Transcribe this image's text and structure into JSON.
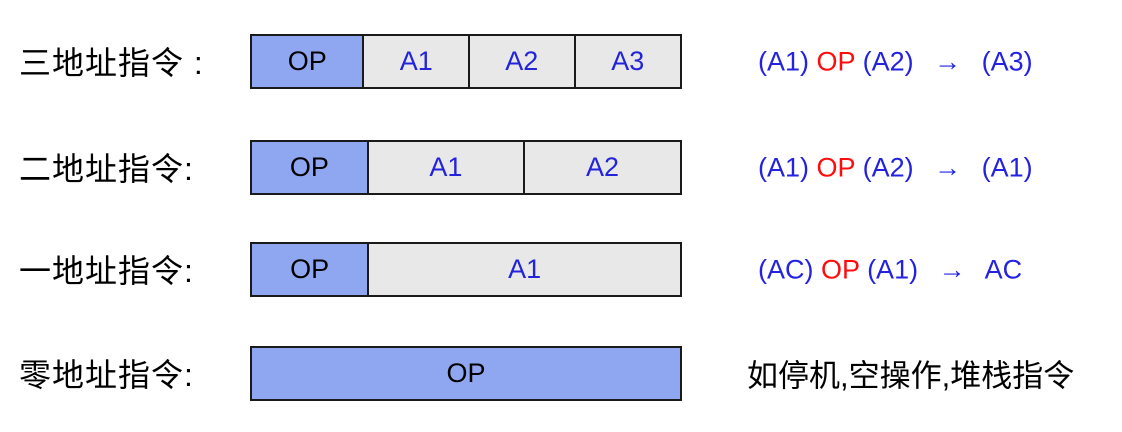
{
  "colors": {
    "op_box_fill": "#8FA7F0",
    "addr_box_fill": "#E8E8E8",
    "box_border": "#1A1A1A",
    "addr_text_blue": "#2323DC",
    "formula_blue": "#2222E0",
    "formula_op_red": "#FF0D0D",
    "label_black": "#000000",
    "background": "#FFFFFF"
  },
  "rows": [
    {
      "label": "三地址指令 :",
      "segments": [
        {
          "text": "OP",
          "type": "op"
        },
        {
          "text": "A1",
          "type": "addr"
        },
        {
          "text": "A2",
          "type": "addr"
        },
        {
          "text": "A3",
          "type": "addr"
        }
      ],
      "formula": {
        "a": "(A1)",
        "op": "OP",
        "b": "(A2)",
        "arrow": "→",
        "result": "(A3)"
      }
    },
    {
      "label": "二地址指令:",
      "segments": [
        {
          "text": "OP",
          "type": "op"
        },
        {
          "text": "A1",
          "type": "addr"
        },
        {
          "text": "A2",
          "type": "addr"
        }
      ],
      "formula": {
        "a": "(A1)",
        "op": "OP",
        "b": "(A2)",
        "arrow": "→",
        "result": "(A1)"
      }
    },
    {
      "label": "一地址指令:",
      "segments": [
        {
          "text": "OP",
          "type": "op"
        },
        {
          "text": "A1",
          "type": "addr"
        }
      ],
      "formula": {
        "a": "(AC)",
        "op": "OP",
        "b": "(A1)",
        "arrow": "→",
        "result": "AC"
      }
    },
    {
      "label": "零地址指令:",
      "segments": [
        {
          "text": "OP",
          "type": "op"
        }
      ],
      "note": "如停机,空操作,堆栈指令"
    }
  ]
}
